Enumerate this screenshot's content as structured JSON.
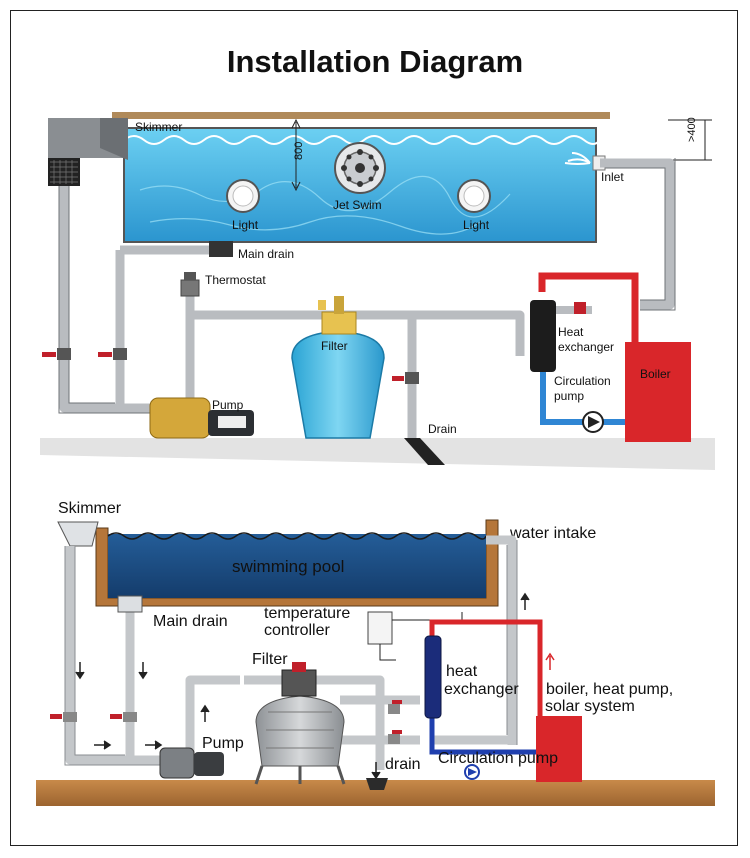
{
  "title": "Installation Diagram",
  "top": {
    "skimmer": "Skimmer",
    "dim_800": "800",
    "dim_400": ">400",
    "jet_swim": "Jet Swim",
    "light_left": "Light",
    "light_right": "Light",
    "inlet": "Inlet",
    "main_drain": "Main drain",
    "thermostat": "Thermostat",
    "filter": "Filter",
    "heat_exchanger_1": "Heat",
    "heat_exchanger_2": "exchanger",
    "circulation_pump_1": "Circulation",
    "circulation_pump_2": "pump",
    "boiler": "Boiler",
    "pump": "Pump",
    "drain": "Drain"
  },
  "bottom": {
    "skimmer": "Skimmer",
    "water_intake": "water intake",
    "swimming_pool": "swimming pool",
    "main_drain": "Main drain",
    "temp_controller_1": "temperature",
    "temp_controller_2": "controller",
    "filter": "Filter",
    "heat_exchanger_1": "heat",
    "heat_exchanger_2": "exchanger",
    "boiler_1": "boiler, heat pump,",
    "boiler_2": "solar system",
    "pump": "Pump",
    "drain": "drain",
    "circulation_pump": "Circulation pump"
  },
  "colors": {
    "water": "#3aa9dc",
    "pipe": "#b9bcc0",
    "boiler": "#d9262a",
    "hot_pipe": "#d9262a",
    "cold_pipe": "#1f3fae",
    "pool_dark": "#1d4f86",
    "deck": "#b5763a"
  }
}
